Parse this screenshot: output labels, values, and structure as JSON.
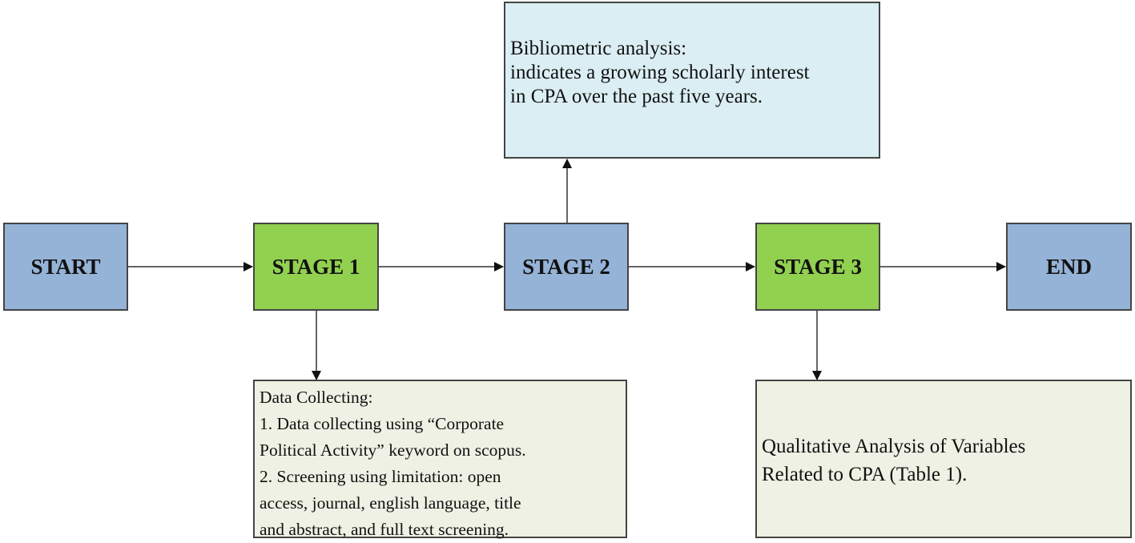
{
  "nodes": {
    "start": "START",
    "stage1": "STAGE 1",
    "stage2": "STAGE 2",
    "stage3": "STAGE 3",
    "end": "END"
  },
  "notes": {
    "bibliometric": [
      "Bibliometric analysis:",
      "indicates a growing scholarly interest",
      "in CPA over the past five years."
    ],
    "data_collecting": [
      "Data Collecting:",
      "1. Data collecting using “Corporate",
      "Political Activity” keyword on scopus.",
      "2. Screening using limitation: open",
      "access, journal, english language, title",
      "and abstract, and full text screening."
    ],
    "qualitative": [
      "Qualitative Analysis of Variables",
      "Related to CPA (Table 1)."
    ]
  },
  "colors": {
    "process_blue": "#95b3d7",
    "stage_green": "#92d050",
    "note_blue": "#dbeef3",
    "note_beige": "#eef1e3"
  }
}
